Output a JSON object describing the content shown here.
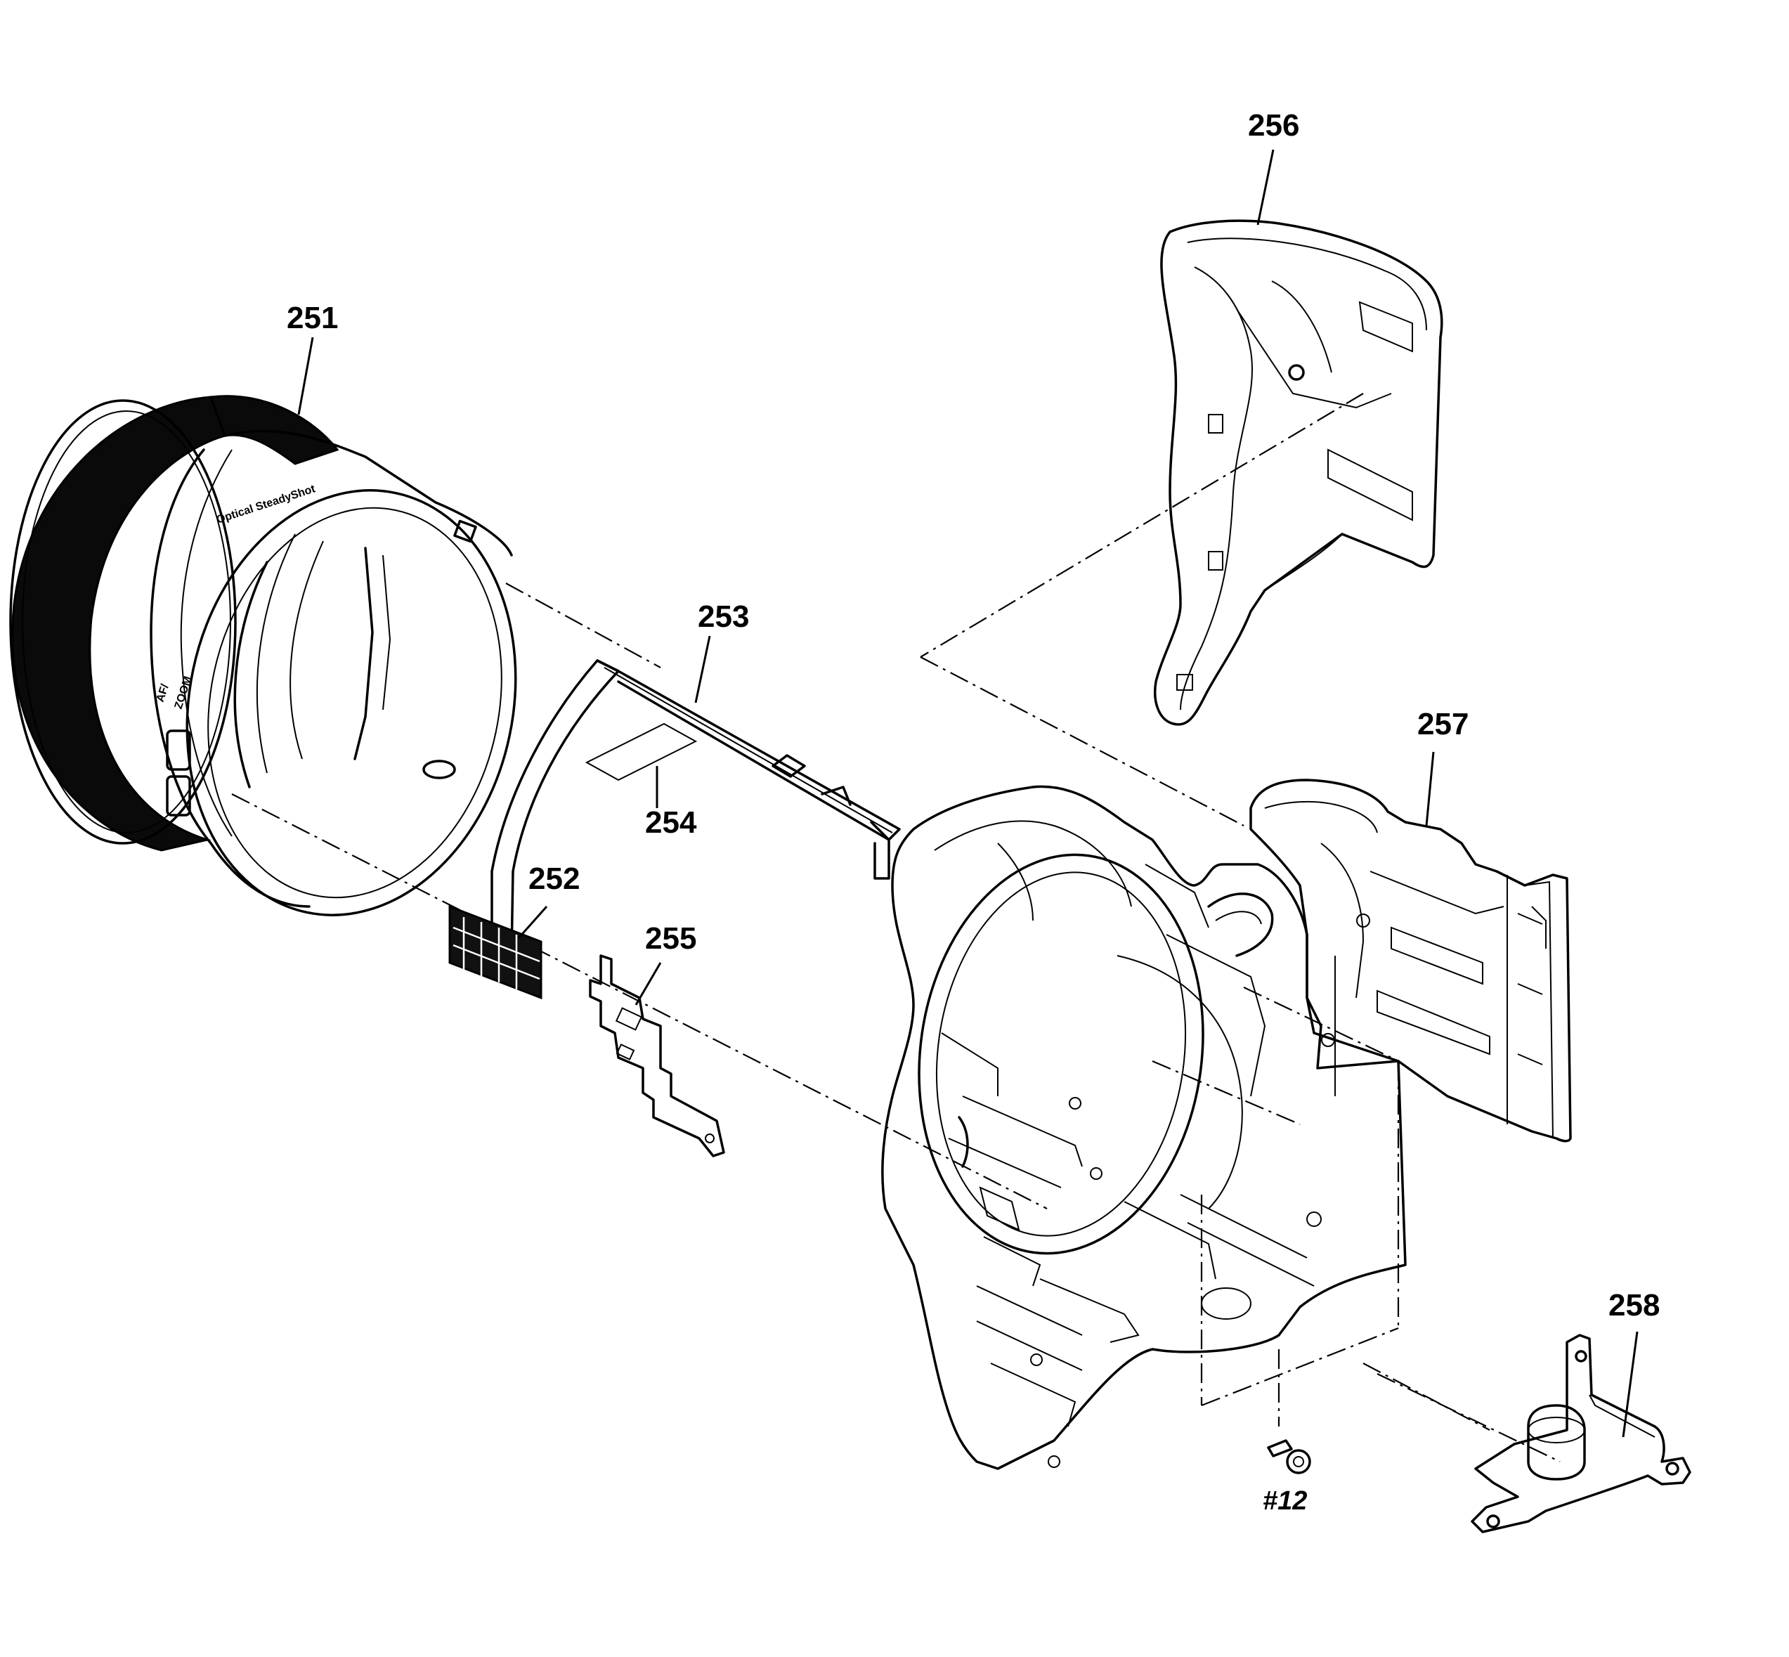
{
  "callouts": [
    {
      "id": "251",
      "label": "251"
    },
    {
      "id": "252",
      "label": "252"
    },
    {
      "id": "253",
      "label": "253"
    },
    {
      "id": "254",
      "label": "254"
    },
    {
      "id": "255",
      "label": "255"
    },
    {
      "id": "256",
      "label": "256"
    },
    {
      "id": "257",
      "label": "257"
    },
    {
      "id": "258",
      "label": "258"
    },
    {
      "id": "12",
      "label": "#12"
    }
  ],
  "ring_markings": {
    "brand": "Optical SteadyShot",
    "button_top": "AF/",
    "button_bottom": "ZOOM"
  }
}
